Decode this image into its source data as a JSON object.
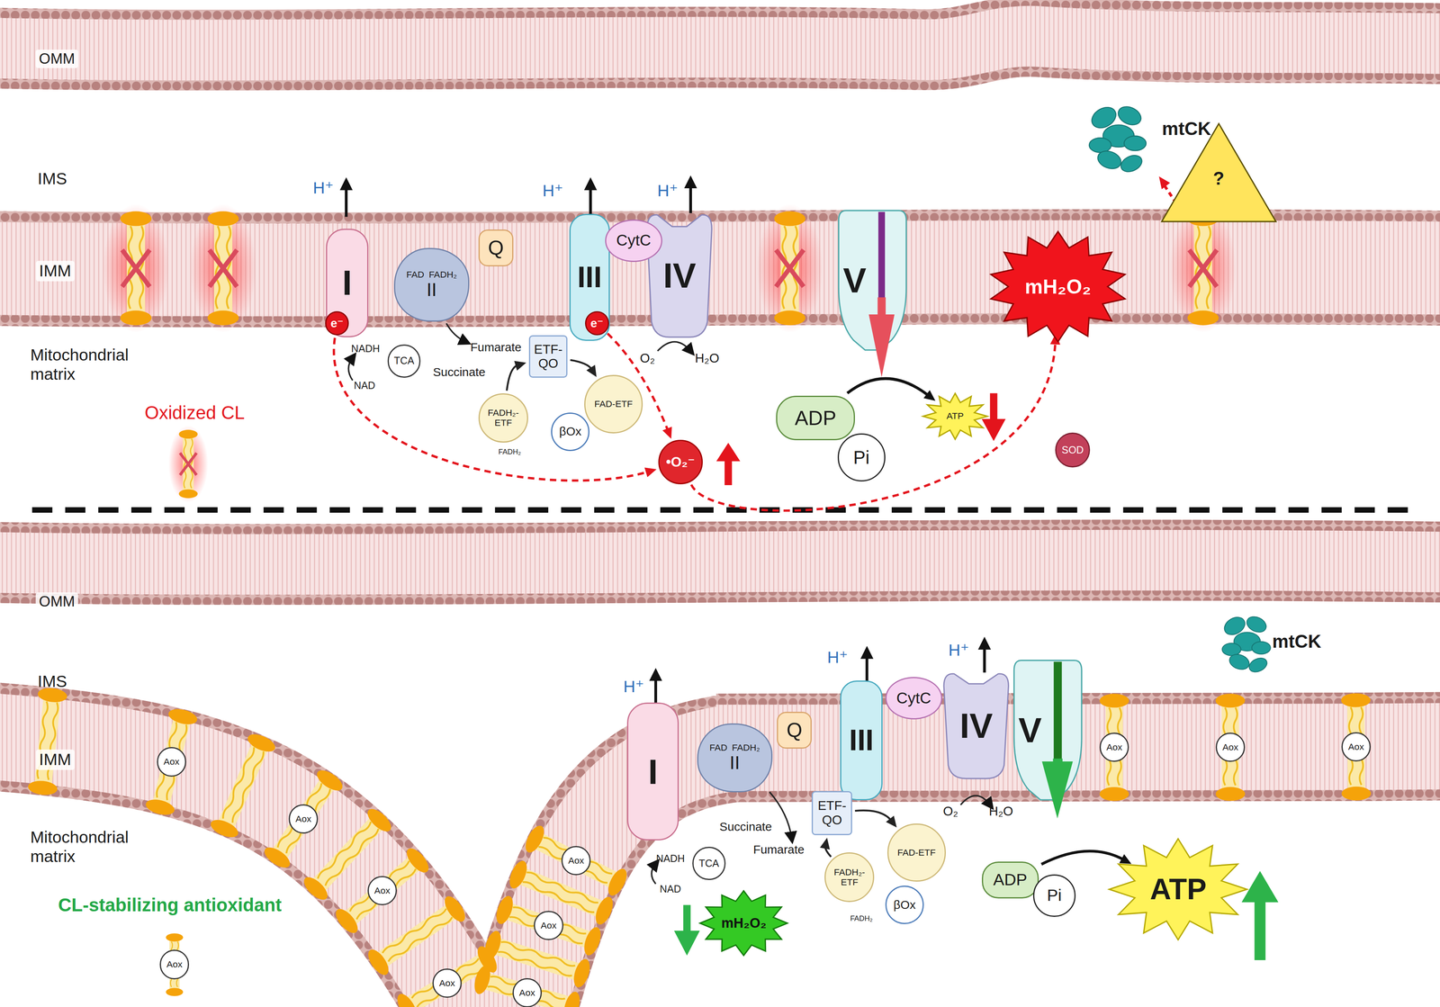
{
  "diagram": {
    "nodes": [
      {
        "text": [
          "I"
        ]
      },
      {
        "text": [
          "e⁻"
        ]
      },
      {
        "text": [
          "FAD",
          "FADH₂",
          "II"
        ]
      },
      {
        "text": [
          "Q"
        ]
      },
      {
        "text": [
          "III"
        ]
      },
      {
        "text": [
          "CytC"
        ]
      },
      {
        "text": [
          "e⁻"
        ]
      },
      {
        "text": [
          "IV"
        ]
      },
      {
        "text": [
          "V"
        ]
      },
      {
        "text": [
          "ETF-QO"
        ]
      },
      {
        "text": [
          "FAD-ETF"
        ]
      },
      {
        "text": [
          "FADH₂-ETF"
        ]
      },
      {
        "text": [
          "βOx"
        ]
      },
      {
        "text": [
          "TCA"
        ]
      },
      {
        "text": [
          "ADP"
        ]
      },
      {
        "text": [
          "Pi"
        ]
      },
      {
        "text": [
          "ATP"
        ]
      },
      {
        "text": [
          "•O₂⁻"
        ]
      },
      {
        "text": [
          "mH₂O₂"
        ]
      },
      {
        "text": [
          "SOD"
        ]
      },
      {
        "text": [
          "mtCK"
        ]
      },
      {
        "text": [
          "?"
        ]
      },
      {
        "text": [
          "I"
        ]
      },
      {
        "text": [
          "FAD",
          "FADH₂",
          "II"
        ]
      },
      {
        "text": [
          "Q"
        ]
      },
      {
        "text": [
          "III"
        ]
      },
      {
        "text": [
          "CytC"
        ]
      },
      {
        "text": [
          "IV"
        ]
      },
      {
        "text": [
          "V"
        ]
      },
      {
        "text": [
          "ETF-QO"
        ]
      },
      {
        "text": [
          "FAD-ETF"
        ]
      },
      {
        "text": [
          "FADH₂-ETF"
        ]
      },
      {
        "text": [
          "βOx"
        ]
      },
      {
        "text": [
          "TCA"
        ]
      },
      {
        "text": [
          "mH₂O₂"
        ]
      },
      {
        "text": [
          "ADP"
        ]
      },
      {
        "text": [
          "Pi"
        ]
      },
      {
        "text": [
          "ATP"
        ]
      },
      {
        "text": [
          "mtCK"
        ]
      },
      {
        "text": [
          "Aox"
        ]
      },
      {
        "text": [
          "Aox"
        ]
      },
      {
        "text": [
          "Aox"
        ]
      },
      {
        "text": [
          "Aox"
        ]
      },
      {
        "text": [
          "Aox"
        ]
      },
      {
        "text": [
          "Aox"
        ]
      },
      {
        "text": [
          "Aox"
        ]
      },
      {
        "text": [
          "Aox"
        ]
      },
      {
        "text": [
          "Aox"
        ]
      },
      {
        "text": [
          "Aox"
        ]
      },
      {
        "text": [
          "Aox"
        ]
      }
    ],
    "edges": [
      {
        "from": 1,
        "to": 17,
        "arrow": "to"
      },
      {
        "from": 6,
        "to": 17,
        "arrow": "to"
      },
      {
        "from": 17,
        "to": 18,
        "arrow": "to"
      },
      {
        "from": 14,
        "to": 16,
        "arrow": "to"
      },
      {
        "from": 11,
        "to": 9,
        "arrow": "to"
      },
      {
        "from": 9,
        "to": 10,
        "arrow": "to"
      },
      {
        "from": 35,
        "to": 37,
        "arrow": "to"
      },
      {
        "from": 31,
        "to": 29,
        "arrow": "to"
      },
      {
        "from": 29,
        "to": 30,
        "arrow": "to"
      }
    ],
    "labels": [
      "OMM",
      "IMS",
      "IMM",
      "Mitochondrial matrix",
      "H⁺",
      "H⁺",
      "H⁺",
      "NADH",
      "NAD",
      "Succinate",
      "Fumarate",
      "FADH₂",
      "O₂",
      "H₂O",
      "OMM",
      "IMS",
      "IMM",
      "Mitochondrial matrix",
      "H⁺",
      "H⁺",
      "H⁺",
      "NADH",
      "NAD",
      "Succinate",
      "Fumarate",
      "FADH₂",
      "O₂",
      "H₂O"
    ],
    "legend": [
      {
        "text": "Oxidized CL"
      },
      {
        "text": "CL-stabilizing antioxidant"
      }
    ]
  }
}
